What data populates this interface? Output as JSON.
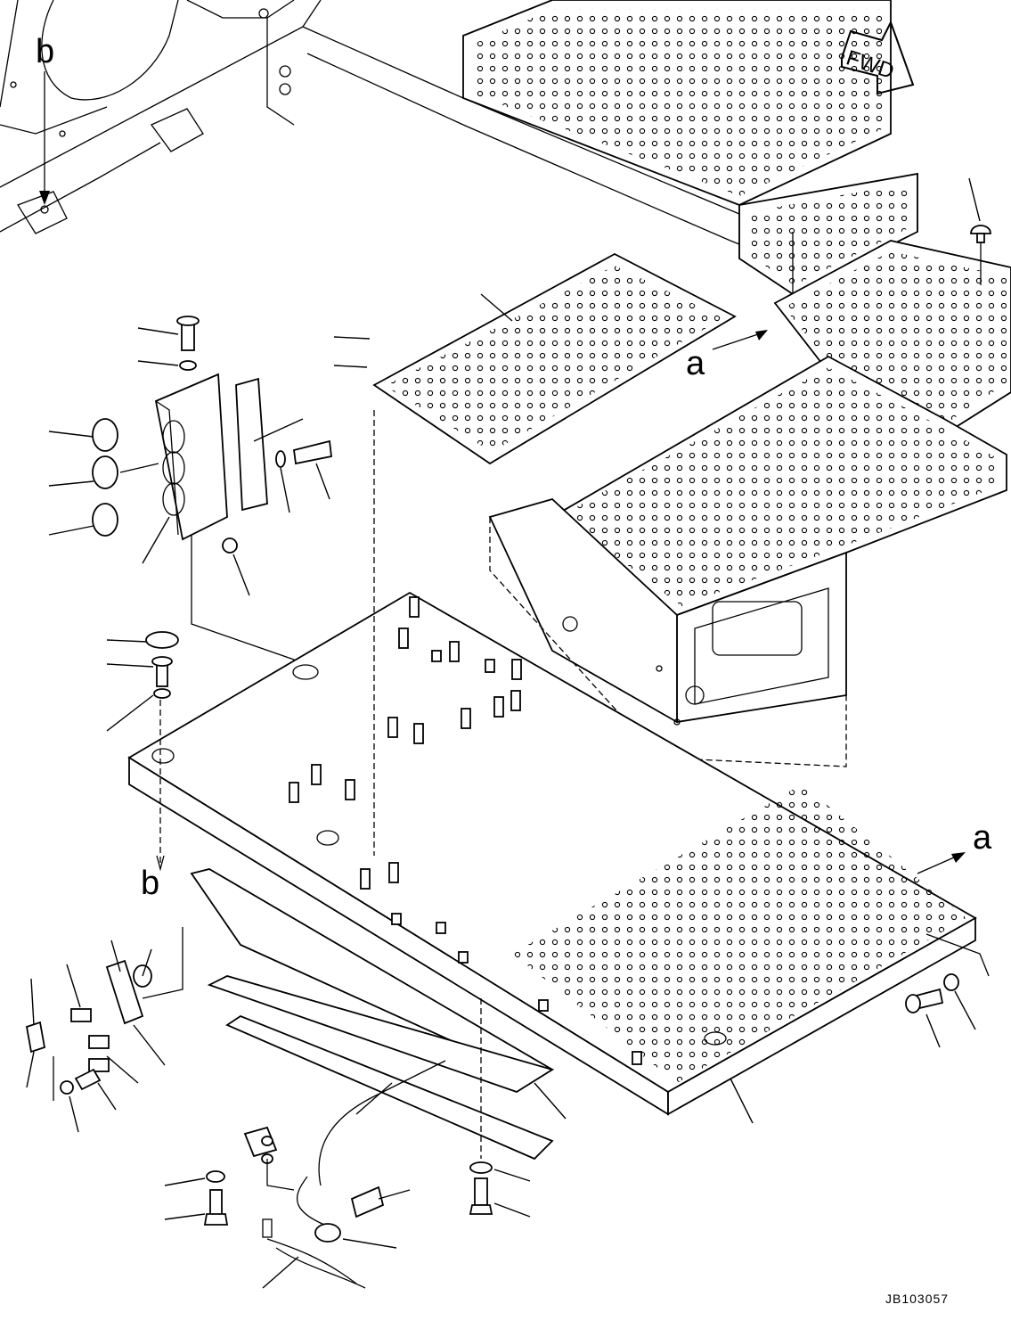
{
  "diagram": {
    "fwd_label": "FWD",
    "view_a": "a",
    "view_b": "b",
    "drawing_id": "JB103057"
  }
}
